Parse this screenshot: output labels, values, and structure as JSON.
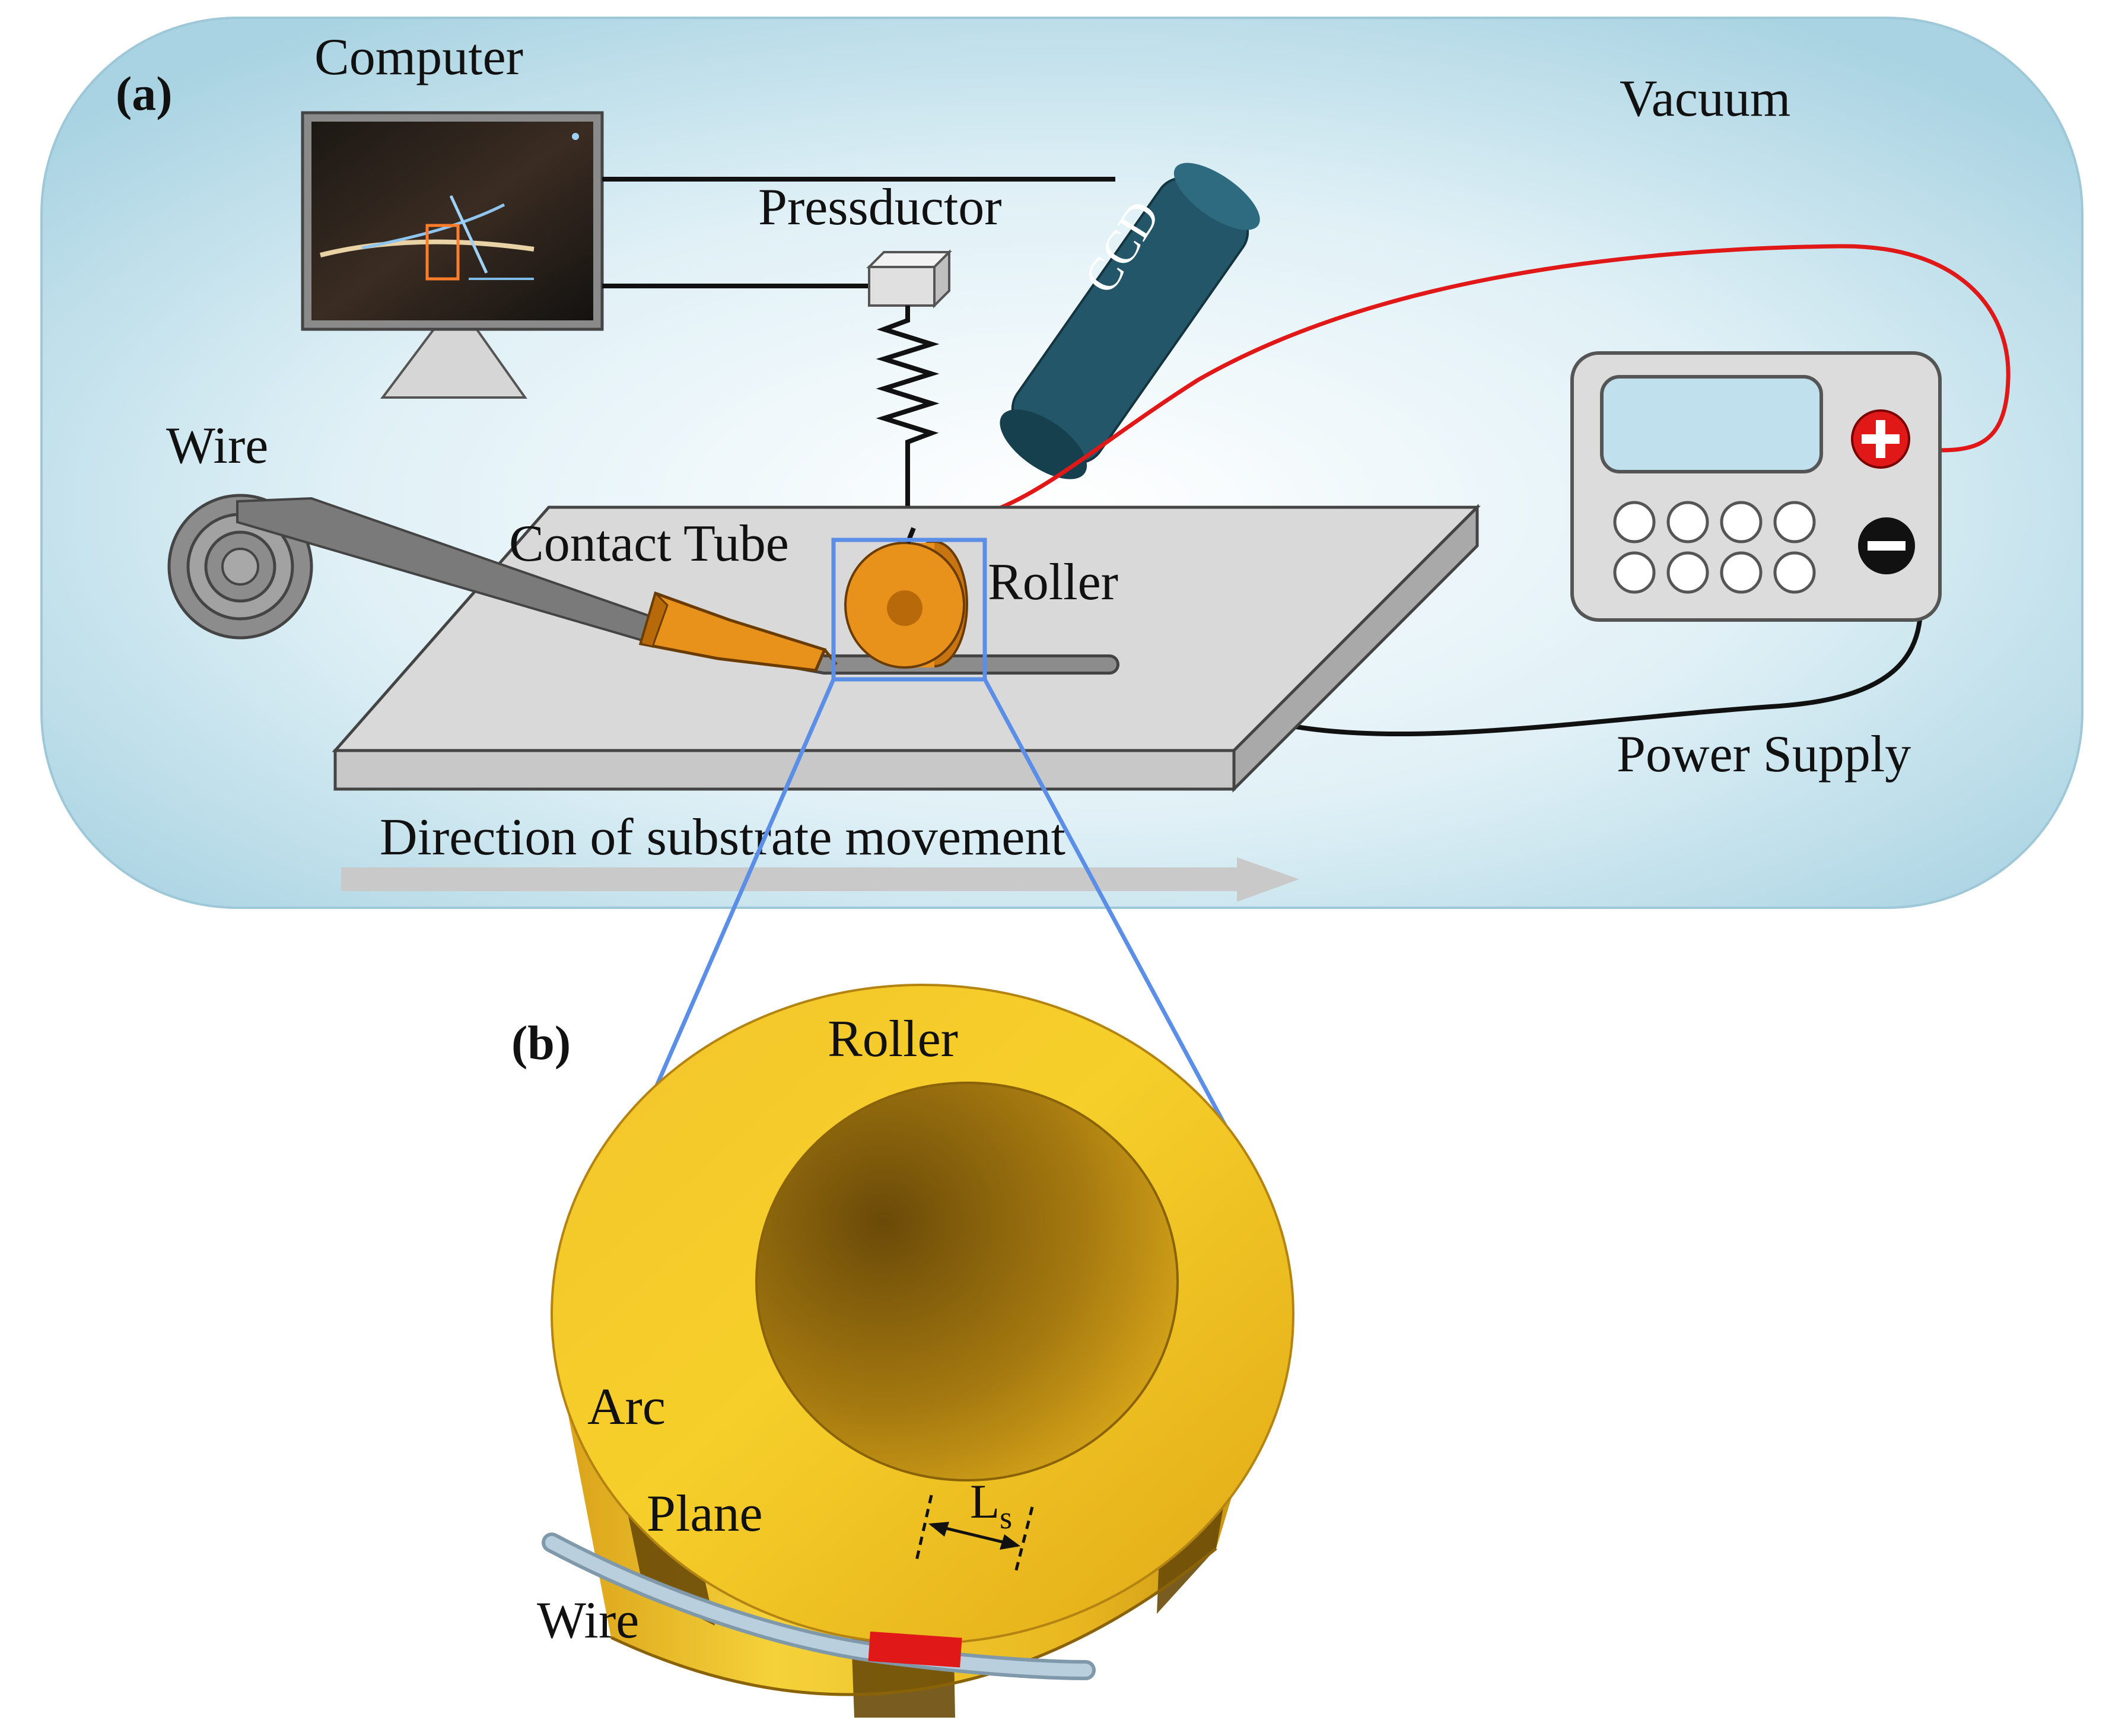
{
  "panel_a": {
    "tag": "(a)",
    "labels": {
      "computer": "Computer",
      "vacuum": "Vacuum",
      "pressductor": "Pressductor",
      "ccd": "CCD",
      "wire": "Wire",
      "contact_tube": "Contact Tube",
      "roller": "Roller",
      "power_supply": "Power Supply",
      "direction": "Direction of substrate movement"
    }
  },
  "panel_b": {
    "tag": "(b)",
    "labels": {
      "roller": "Roller",
      "arc": "Arc",
      "plane": "Plane",
      "ls_main": "L",
      "ls_sub": "s",
      "wire": "Wire"
    }
  },
  "colors": {
    "vacuum_bg": "#c4e4ee",
    "roller_orange": "#e8921c",
    "roller_gold": "#e6b21a",
    "ccd_teal": "#1f4f5f",
    "positive_red": "#e01818",
    "zoom_blue": "#5b8ee6"
  }
}
